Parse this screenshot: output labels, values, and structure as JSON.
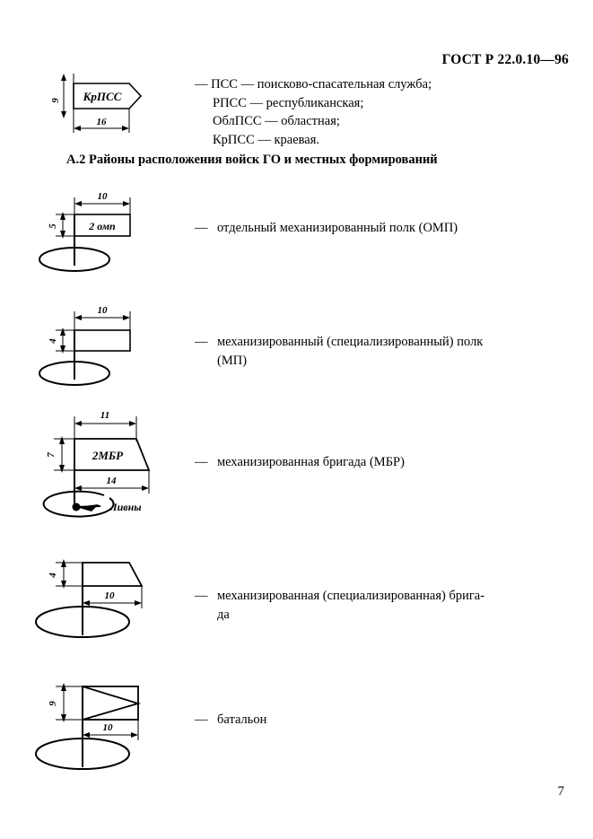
{
  "header": {
    "standard_title": "ГОСТ Р 22.0.10—96"
  },
  "pss_legend": {
    "lines": [
      "— ПСС — поисково-спасательная служба;",
      "РПСС — республиканская;",
      "ОблПСС — областная;",
      "КрПСС — краевая."
    ]
  },
  "pss_symbol": {
    "label": "КрПСС",
    "dim_height": "9",
    "dim_width": "16"
  },
  "section": {
    "number": "А.2",
    "title": "А.2 Районы расположения войск ГО и местных формирований"
  },
  "entries": [
    {
      "symbol": {
        "kind": "rectangle-flag",
        "label": "2 омп",
        "dim_width": "10",
        "dim_height": "5"
      },
      "dash": "—",
      "text_lines": [
        "отдельный механизированный полк (ОМП)"
      ]
    },
    {
      "symbol": {
        "kind": "rectangle-flag-blank",
        "label": "",
        "dim_width": "10",
        "dim_height": "4"
      },
      "dash": "—",
      "text_lines": [
        "механизированный  (специализированный)  полк",
        "(МП)"
      ]
    },
    {
      "symbol": {
        "kind": "trapezoid-flag",
        "label": "2МБР",
        "dim_top": "11",
        "dim_height": "7",
        "dim_bottom": "14",
        "place_label": "Ливны"
      },
      "dash": "—",
      "text_lines": [
        "механизированная  бригада  (МБР)"
      ]
    },
    {
      "symbol": {
        "kind": "trapezoid-flag-blank",
        "label": "",
        "dim_height": "4",
        "dim_bottom": "10"
      },
      "dash": "—",
      "text_lines": [
        "механизированная  (специализированная)  брига-",
        "да"
      ]
    },
    {
      "symbol": {
        "kind": "pennant-flag",
        "label": "",
        "dim_height": "9",
        "dim_width": "10"
      },
      "dash": "—",
      "text_lines": [
        "батальон"
      ]
    }
  ],
  "footer": {
    "page_number": "7"
  }
}
